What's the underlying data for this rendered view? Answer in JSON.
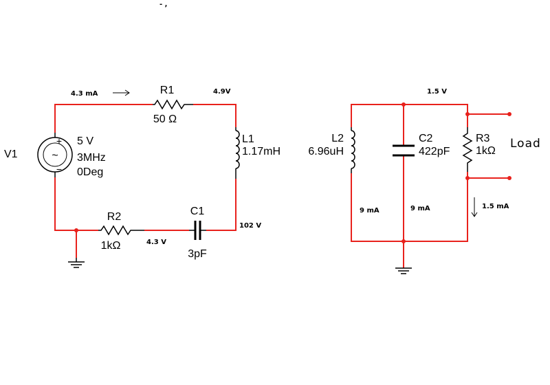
{
  "wire_color": "#e8211c",
  "node_color": "#e8211c",
  "component_color": "#000000",
  "top_mark": "- ,",
  "circuit1": {
    "source": {
      "ref": "V1",
      "voltage": "5 V",
      "frequency": "3MHz",
      "phase": "0Deg",
      "plus_sign": "+",
      "minus_sign": "−",
      "symbol": "~"
    },
    "r1": {
      "ref": "R1",
      "value": "50 Ω"
    },
    "l1": {
      "ref": "L1",
      "value": "1.17mH"
    },
    "c1": {
      "ref": "C1",
      "value": "3pF"
    },
    "r2": {
      "ref": "R2",
      "value": "1kΩ"
    },
    "probes": {
      "current_top": "4.3 mA",
      "voltage_top_right": "4.9V",
      "voltage_bottom_right": "102 V",
      "voltage_bottom_mid": "4.3 V"
    }
  },
  "circuit2": {
    "l2": {
      "ref": "L2",
      "value": "6.96uH"
    },
    "c2": {
      "ref": "C2",
      "value": "422pF"
    },
    "r3": {
      "ref": "R3",
      "value": "1kΩ"
    },
    "load_label": "Load",
    "probes": {
      "voltage_top": "1.5 V",
      "current_left": "9 mA",
      "current_mid": "9 mA",
      "current_right": "1.5 mA"
    }
  }
}
